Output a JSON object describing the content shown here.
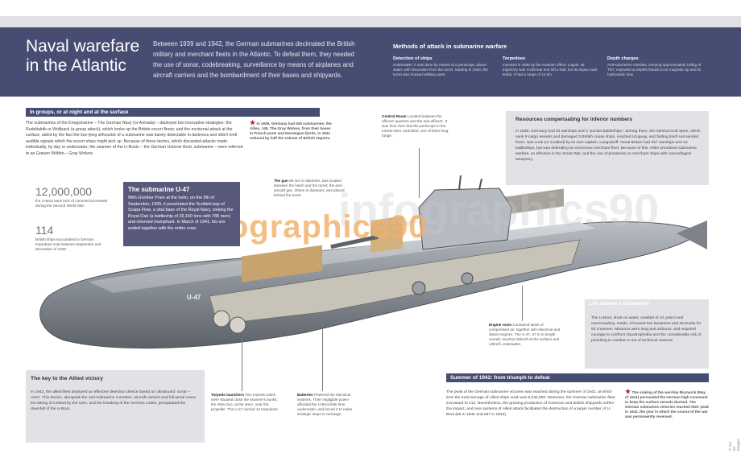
{
  "header": {
    "title": "Naval warefare in the Atlantic",
    "intro": "Between 1939 and 1942, the German submarines decimated the British military and merchant fleets in the Atlantic. To defeat them, they needed the use of sonar, codebreaking, surveillance by means of airplanes and aircraft carriers and the bombardment of their bases and shipyards.",
    "methods_title": "Methods of attack in submarine warfare",
    "methods": [
      {
        "label": "Detection of ships",
        "text": "Underwater: it was done by means of a periscope; above water, with binoculars from the turret. Starting in 1940, the turret also housed artillery parts."
      },
      {
        "label": "Torpedoes",
        "text": "Invented in 1866 by the Austrian officer Luppis. Its trajectory was rectilinear and left a trail, but its impact was lethal. It had a range of 12 km."
      },
      {
        "label": "Depth charges",
        "text": "Anti-submarine missiles, carrying approximately 140kg of TNT, exploded at depths thanks to its magnetic tip and its hydrostatic fuse."
      }
    ]
  },
  "groups": {
    "heading": "In groups, or at night and at the surface",
    "text": "The submarines of the Kriegsmarine – The German Navy (or Armada) – deployed two innovative strategies: the Rudeltaktik or Wolfpack (a group attack), which broke up the British escort fleets; and the nocturnal attack at the surface, aided by the fact the low-lying silhouette of a submarine was barely detectable in darkness and didn't emit audible signals which the escort ships might pick up. Because of these tactics, which discarded attacks made individually, by day or underwater, the seamen of the U-Boots – the German Unterse Boot, submarine – were referred to as Grauen Wölfen – Gray Wolves."
  },
  "note1939": "In 1939, Germany had 525 submarines; the Allies, 145. The Gray Wolves, from their bases in French ports and Norwegian fjords, in 1941 reduced by half the volume of British imports.",
  "stats": [
    {
      "value": "12,000,000",
      "text": "the U-Boot sank tons of commercial vessels during the Second World War."
    },
    {
      "value": "114",
      "text": "British ships succumbed to German torpedoes only between September and December of 1939."
    }
  ],
  "submarine": {
    "title": "The submarine U-47",
    "text": "With Günther Prien at the helm, on the 9th of September, 1939, it penetrated the Scottish bay of Scapa Flow, a vital base of the Royal Navy, sinking the Royal Oak (a battleship of 29,150 tons with 786 men) and returned triumphant. In March of 1941, his era ended together with the entire crew."
  },
  "callouts": {
    "control": {
      "label": "Control Room",
      "text": "Located between the officers' quarters and the sub-officers'. It was from here that the periscope in the turrets were controlled, one of them long-range."
    },
    "gun": {
      "label": "The gun",
      "text": "88 mm in diameter, was located between the hatch and the turret; the anti-aircraft gun, 20mm in diameter, was placed behind the turret."
    },
    "engine": {
      "label": "Engine room",
      "text": "Contained tanks of compressed air, together with electrical and diesel engines. The U-47, 67 m in length overall, reached 32km/h at the surface and 13km/h underwater."
    },
    "torpedo": {
      "label": "Torpedo launchers",
      "text": "Two torpedo tubes were situated close the seamen's bunks; the other two, at the stern, near the propeller. The U-47 carried 14 torpedoes."
    },
    "batteries": {
      "label": "Batteries",
      "text": "Powered the electrical systems. Their negligible power afforded the U-Boot little time underwater, and forced it to make strategic stops to recharge."
    }
  },
  "hull_label": "U-47",
  "resources": {
    "heading": "Resources compensating for inferior numbers",
    "text": "In 1939, Germany had 33 warships and 3 \"pocket battleships\"; among them, the Admiral Graf Spee, which sank 9 cargo vessels and damaged 3 British cruise ships, reached Uruguay, and finding itself surrounded there, was sunk (or scuttled) by its own captain, Langsdorff. Great Britain had 257 warships and 10 battleships, but was defending an enormous merchant fleet. Because of this, Hitler prioritized submarine warfare, so effective in the Great War, and the use of privateers on merchant ships with camouflaged weaponry."
  },
  "life": {
    "heading": "Life aboard a submarine",
    "text": "The U-Boot, short on water, smelled of oil, petrol and overcrowding. Inside, it housed two lavatories and 25 bunks for 50 crewmen. Missions were long and arduous, and required courage to confront claustrophobia and the considerable risk of perishing in combat or out of technical reasons."
  },
  "allied": {
    "heading": "The key to the Allied victory",
    "text": "In 1942, the allied fleet deployed an effective detection device based on ultrasound: sonar – ASCI. This device, alongside the anti-submarine corvettes, aircraft carriers and full aerial cover, the taking of Iceland by the USA, and the breaking of the German codes, precipitated the downfall of the U-Boot."
  },
  "summer": {
    "heading": "Summer of 1942: from triumph to defeat",
    "text": "The peak of the German submarine victories was reached during the summer of 1942, at which time the total tonnage of Allied ships sunk was 8,245,000. Moreover, the German submarine fleet increased to 212. Nevertheless, the growing production of American and British shipyards soften the impact, and new systems of Allied attack facilitated the destruction of a larger number of U-Boot (65 in 1942 and 287 in 1943).",
    "note": "The sinking of the warship Bismarck (May of 1941) persuaded the German high command to keep the surface vessels docked. The German submarine victories reached their peak in 1942, the year in which the course of the war was permanently reversed."
  },
  "watermark": "infographics90",
  "credit": "© Sol 90 Images",
  "colors": {
    "header": "#474d72",
    "accent_star": "#b3242a",
    "watermark": "#f1b069"
  }
}
